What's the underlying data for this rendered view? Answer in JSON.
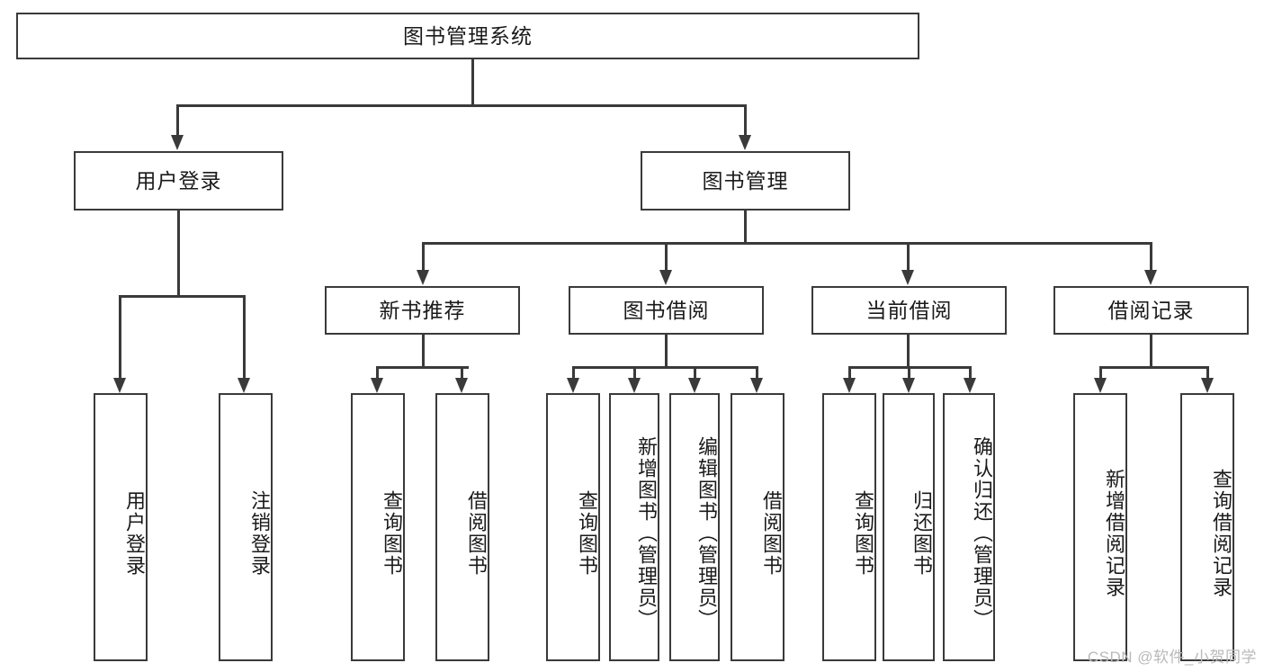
{
  "diagram": {
    "title": "图书管理系统",
    "type": "tree-hierarchy-chart",
    "root": {
      "label": "图书管理系统"
    },
    "level2": [
      {
        "label": "用户登录"
      },
      {
        "label": "图书管理"
      }
    ],
    "level3": [
      {
        "label": "新书推荐"
      },
      {
        "label": "图书借阅"
      },
      {
        "label": "当前借阅"
      },
      {
        "label": "借阅记录"
      }
    ],
    "leaves": [
      {
        "label": "用户登录"
      },
      {
        "label": "注销登录"
      },
      {
        "label": "查询图书"
      },
      {
        "label": "借阅图书"
      },
      {
        "label": "查询图书"
      },
      {
        "label": "新增图书（管理员）"
      },
      {
        "label": "编辑图书（管理员）"
      },
      {
        "label": "借阅图书"
      },
      {
        "label": "查询图书"
      },
      {
        "label": "归还图书"
      },
      {
        "label": "确认归还（管理员）"
      },
      {
        "label": "新增借阅记录"
      },
      {
        "label": "查询借阅记录"
      }
    ]
  },
  "watermark": {
    "text": "CSDN @软件_小贺同学"
  },
  "colors": {
    "stroke": "#3a3a3a",
    "background": "#ffffff",
    "text": "#1a1a1a",
    "watermark": "#b9b9b9"
  }
}
